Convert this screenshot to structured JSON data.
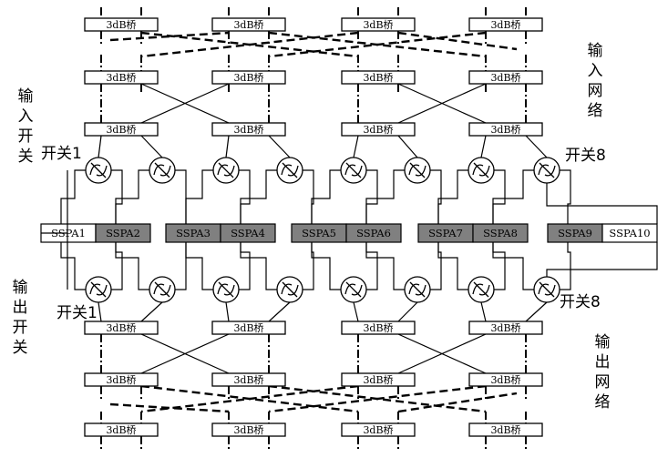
{
  "bridge_label": "3dB桥",
  "sspa_labels": [
    "SSPA1",
    "SSPA2",
    "SSPA3",
    "SSPA4",
    "SSPA5",
    "SSPA6",
    "SSPA7",
    "SSPA8",
    "SSPA9",
    "SSPA10"
  ],
  "sspa_active": [
    false,
    true,
    true,
    true,
    true,
    true,
    true,
    true,
    true,
    false
  ],
  "labels": {
    "input_switch": "输入开关",
    "input_network": "输入网络",
    "output_switch": "输出开关",
    "output_network": "输出网络",
    "input_switch_first": "开关1",
    "input_switch_last": "开关8",
    "output_switch_first": "开关1",
    "output_switch_last": "开关8"
  },
  "colors": {
    "active_sspa": "#808080",
    "line": "#000000"
  }
}
